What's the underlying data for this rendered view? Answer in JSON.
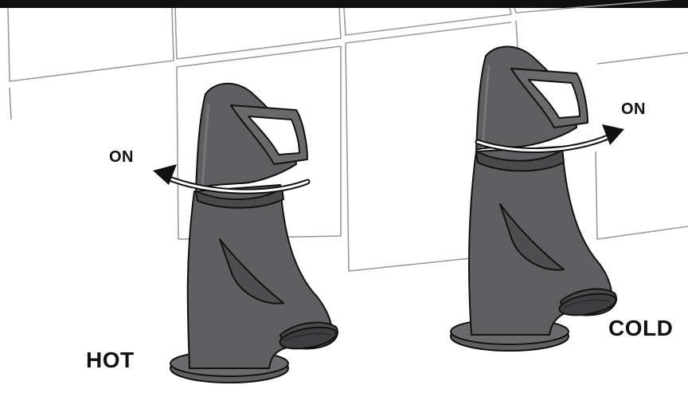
{
  "labels": {
    "hot_tap": "HOT",
    "cold_tap": "COLD",
    "hot_on": "ON",
    "cold_on": "ON"
  },
  "colors": {
    "tap_body": "#5f5f61",
    "tap_shadow": "#4a4a4c",
    "tap_highlight": "#767678",
    "outline": "#111111",
    "tile_line": "#9a9a9a",
    "background": "#ffffff"
  },
  "icons": {
    "hot_arrow": "curved-arrow-left-icon",
    "cold_arrow": "curved-arrow-right-icon"
  }
}
